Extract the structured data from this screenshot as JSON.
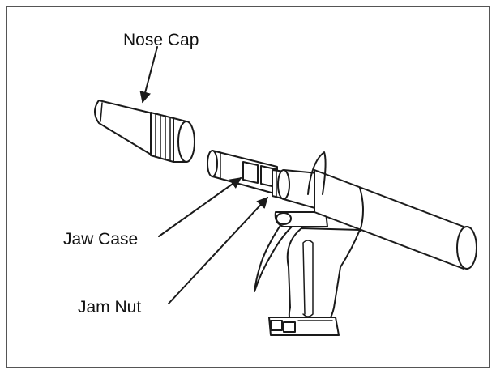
{
  "labels": {
    "nose_cap": "Nose Cap",
    "jaw_case": "Jaw Case",
    "jam_nut": "Jam Nut"
  },
  "colors": {
    "ink": "#1a1a1a",
    "background": "#ffffff",
    "frame": "#555555"
  }
}
